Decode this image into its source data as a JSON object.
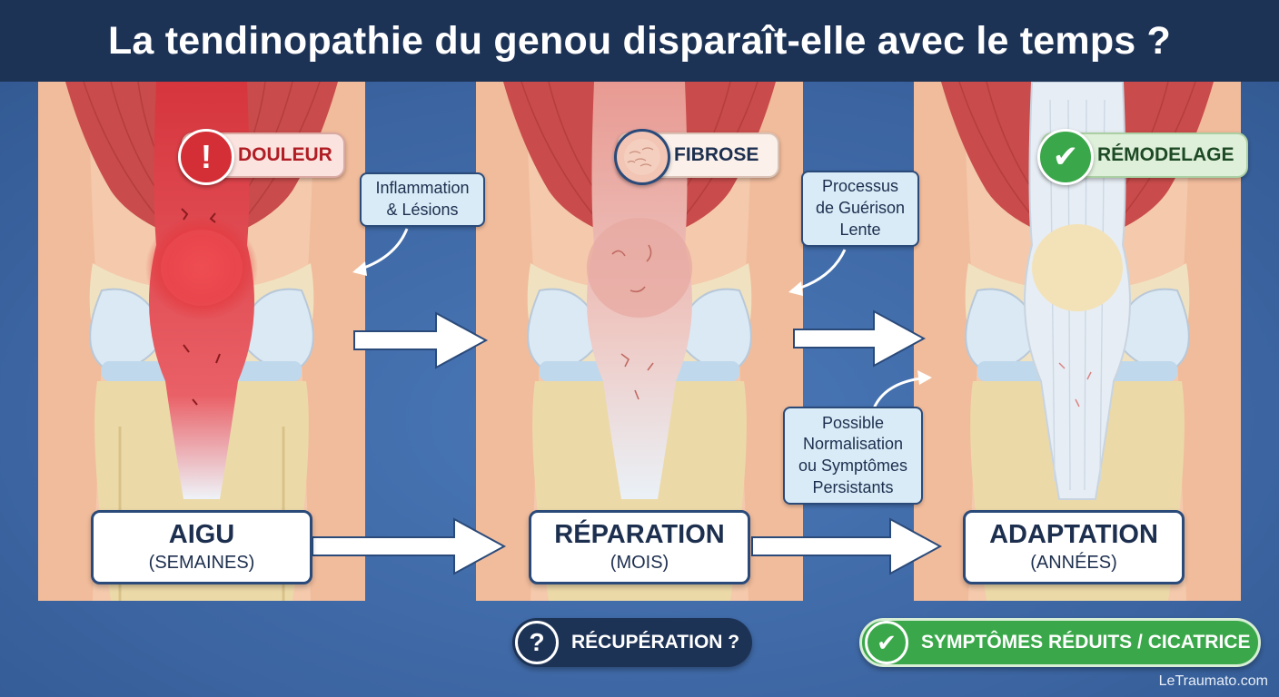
{
  "title": "La tendinopathie du genou disparaît-elle avec le temps ?",
  "stages": [
    {
      "title": "AIGU",
      "subtitle": "(SEMAINES)",
      "badge": "DOULEUR",
      "badge_icon": "exclamation-icon",
      "accent": "#d42e36"
    },
    {
      "title": "RÉPARATION",
      "subtitle": "(MOIS)",
      "badge": "FIBROSE",
      "badge_icon": "fibrous-texture-icon",
      "accent": "#e4a48e"
    },
    {
      "title": "ADAPTATION",
      "subtitle": "(ANNÉES)",
      "badge": "RÉMODELAGE",
      "badge_icon": "check-icon",
      "accent": "#3aa84a"
    }
  ],
  "callouts": {
    "inflammation": [
      "Inflammation",
      "& Lésions"
    ],
    "healing": [
      "Processus",
      "de Guérison",
      "Lente"
    ],
    "outcome": [
      "Possible",
      "Normalisation",
      "ou Symptômes",
      "Persistants"
    ]
  },
  "bottom": {
    "recovery": "RÉCUPÉRATION ?",
    "recovery_icon": "question-icon",
    "result": "SYMPTÔMES RÉDUITS / CICATRICE",
    "result_icon": "check-icon"
  },
  "watermark": "LeTraumato.com",
  "colors": {
    "header": "#1d3356",
    "background": "#3f6aa8",
    "alert_red": "#d42e36",
    "success_green": "#3aa84a",
    "dark_navy": "#1d3356"
  }
}
